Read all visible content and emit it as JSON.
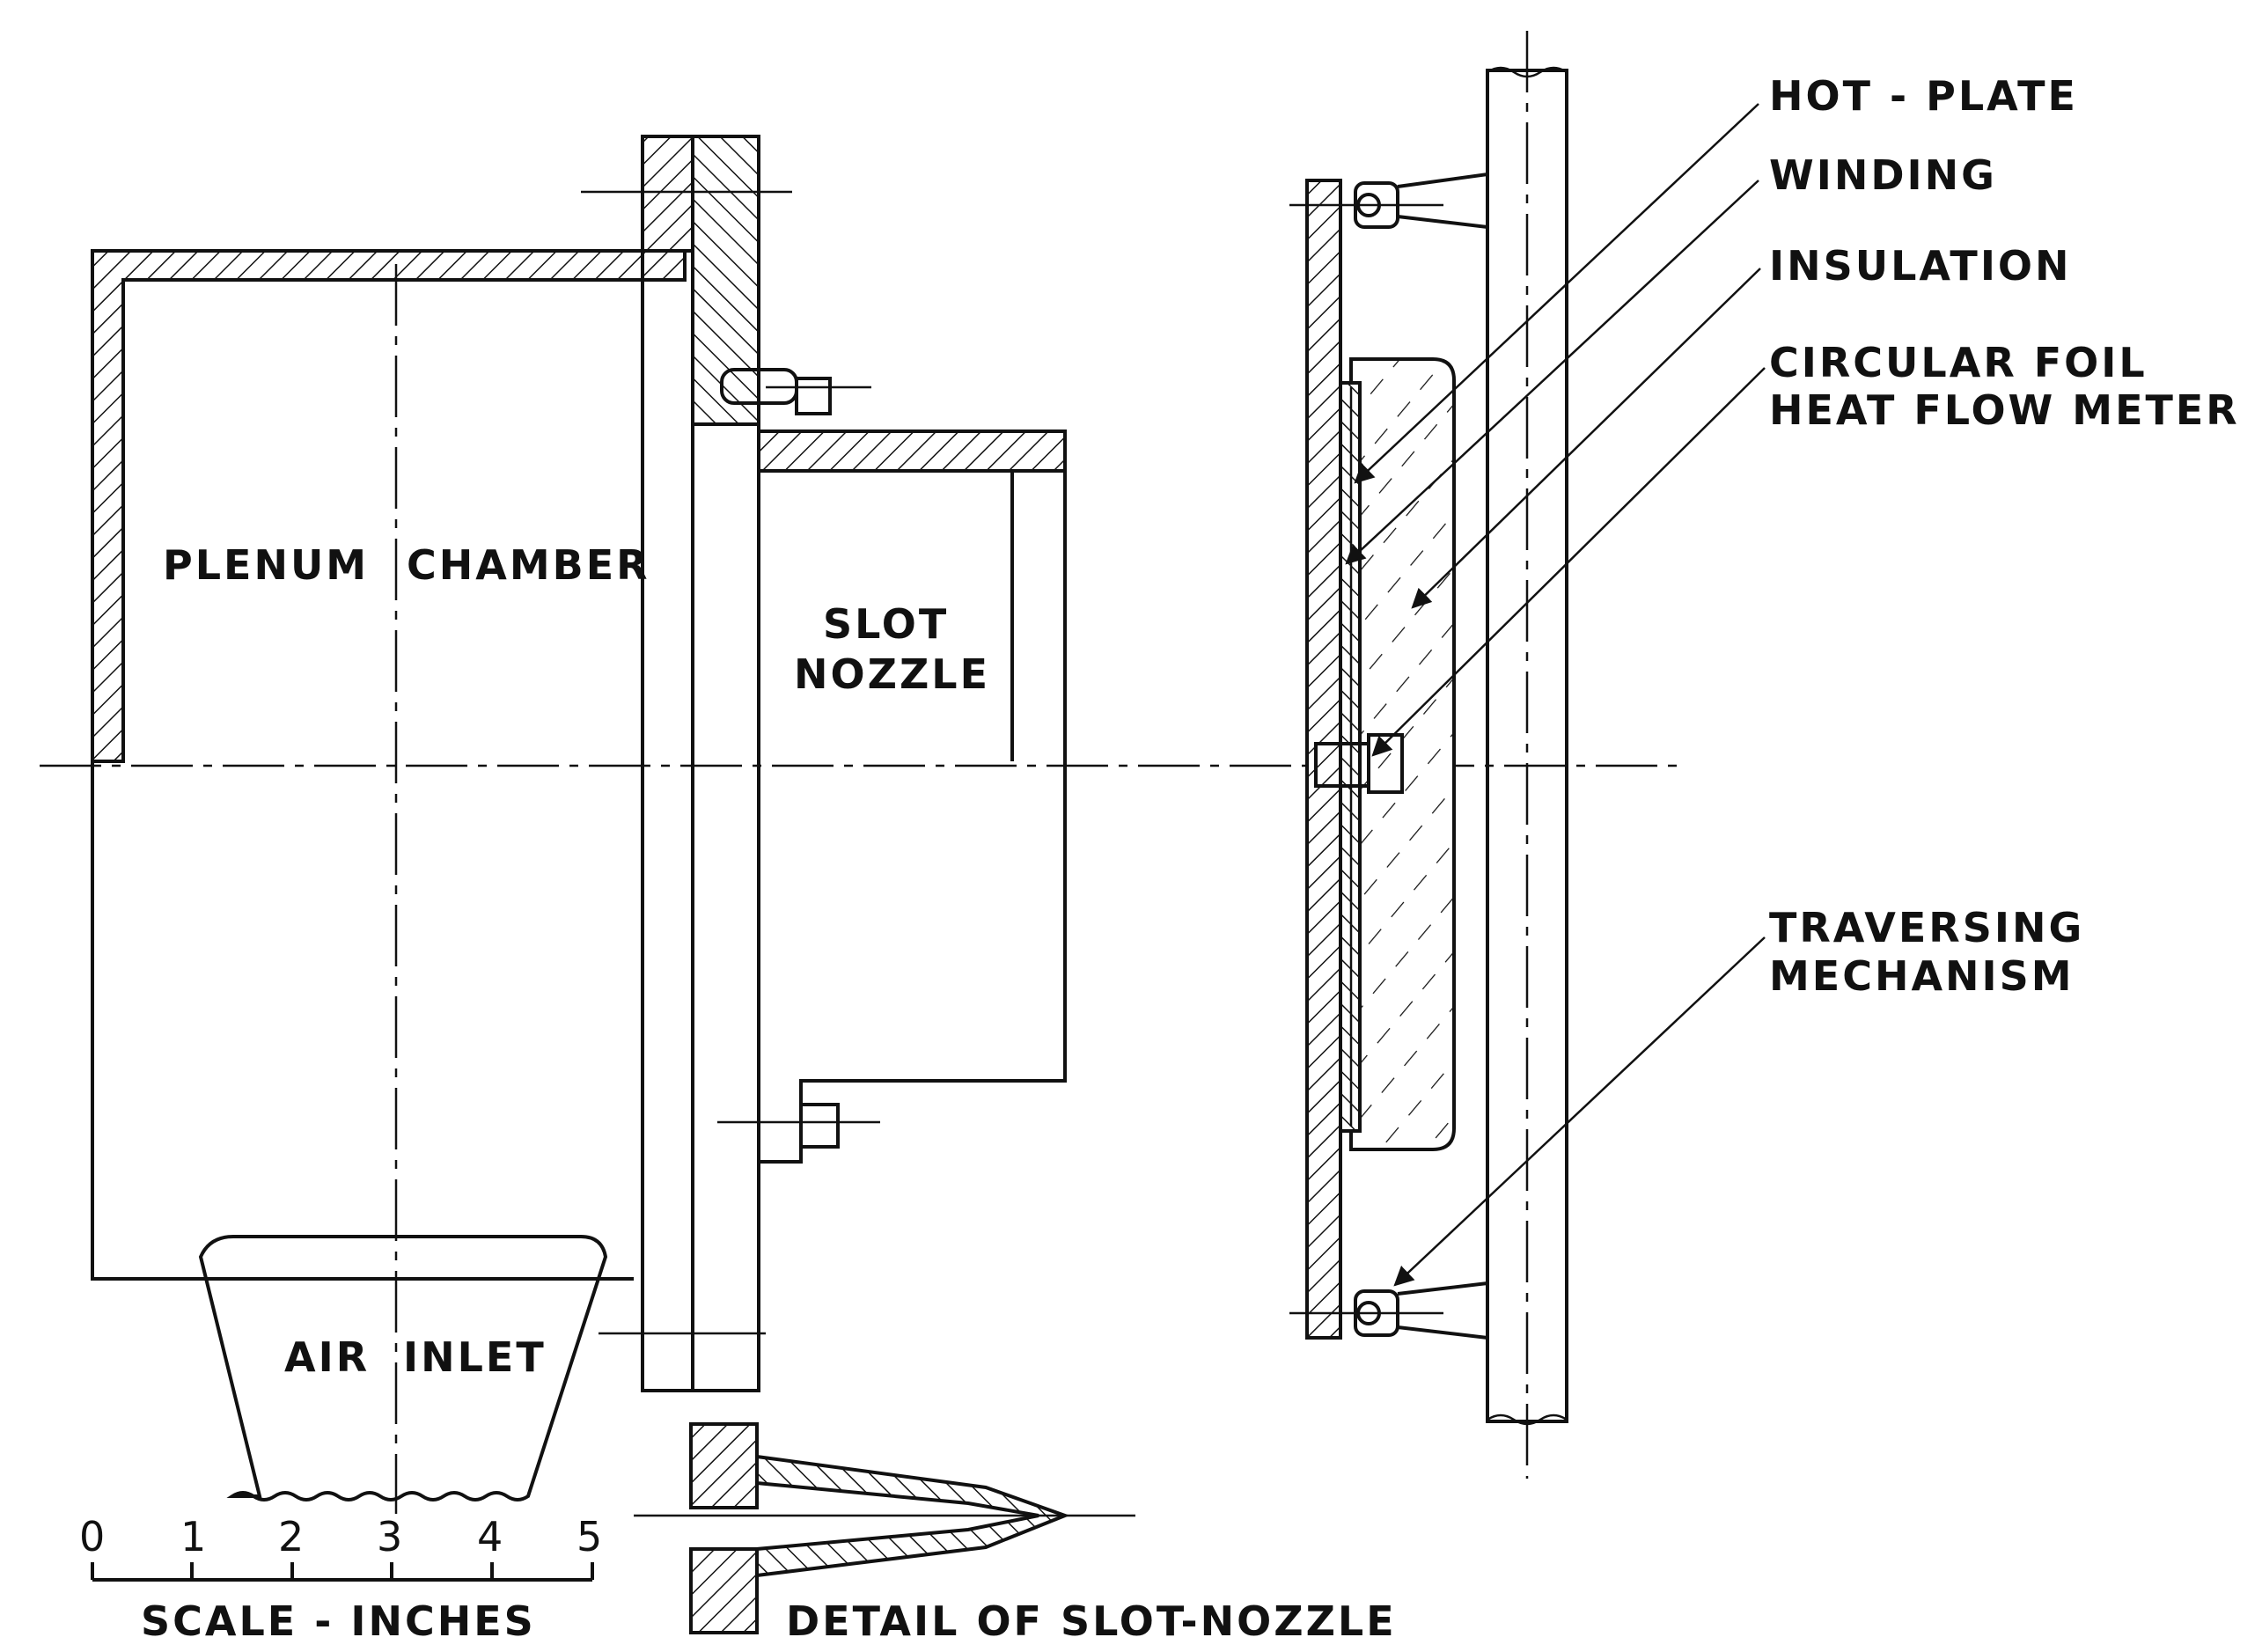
{
  "labels": {
    "plenum": "PLENUM",
    "chamber": "CHAMBER",
    "slot": "SLOT",
    "nozzle": "NOZZLE",
    "air": "AIR",
    "inlet": "INLET",
    "scale_caption": "SCALE - INCHES",
    "detail_caption": "DETAIL OF SLOT-NOZZLE"
  },
  "scale": {
    "ticks": [
      "0",
      "1",
      "2",
      "3",
      "4",
      "5"
    ]
  },
  "callouts": {
    "hot_plate": "HOT - PLATE",
    "winding": "WINDING",
    "insulation": "INSULATION",
    "foil_line1": "CIRCULAR FOIL",
    "foil_line2": "HEAT FLOW METER",
    "trav_line1": "TRAVERSING",
    "trav_line2": "MECHANISM"
  },
  "colors": {
    "ink": "#111111",
    "paper": "#ffffff"
  }
}
